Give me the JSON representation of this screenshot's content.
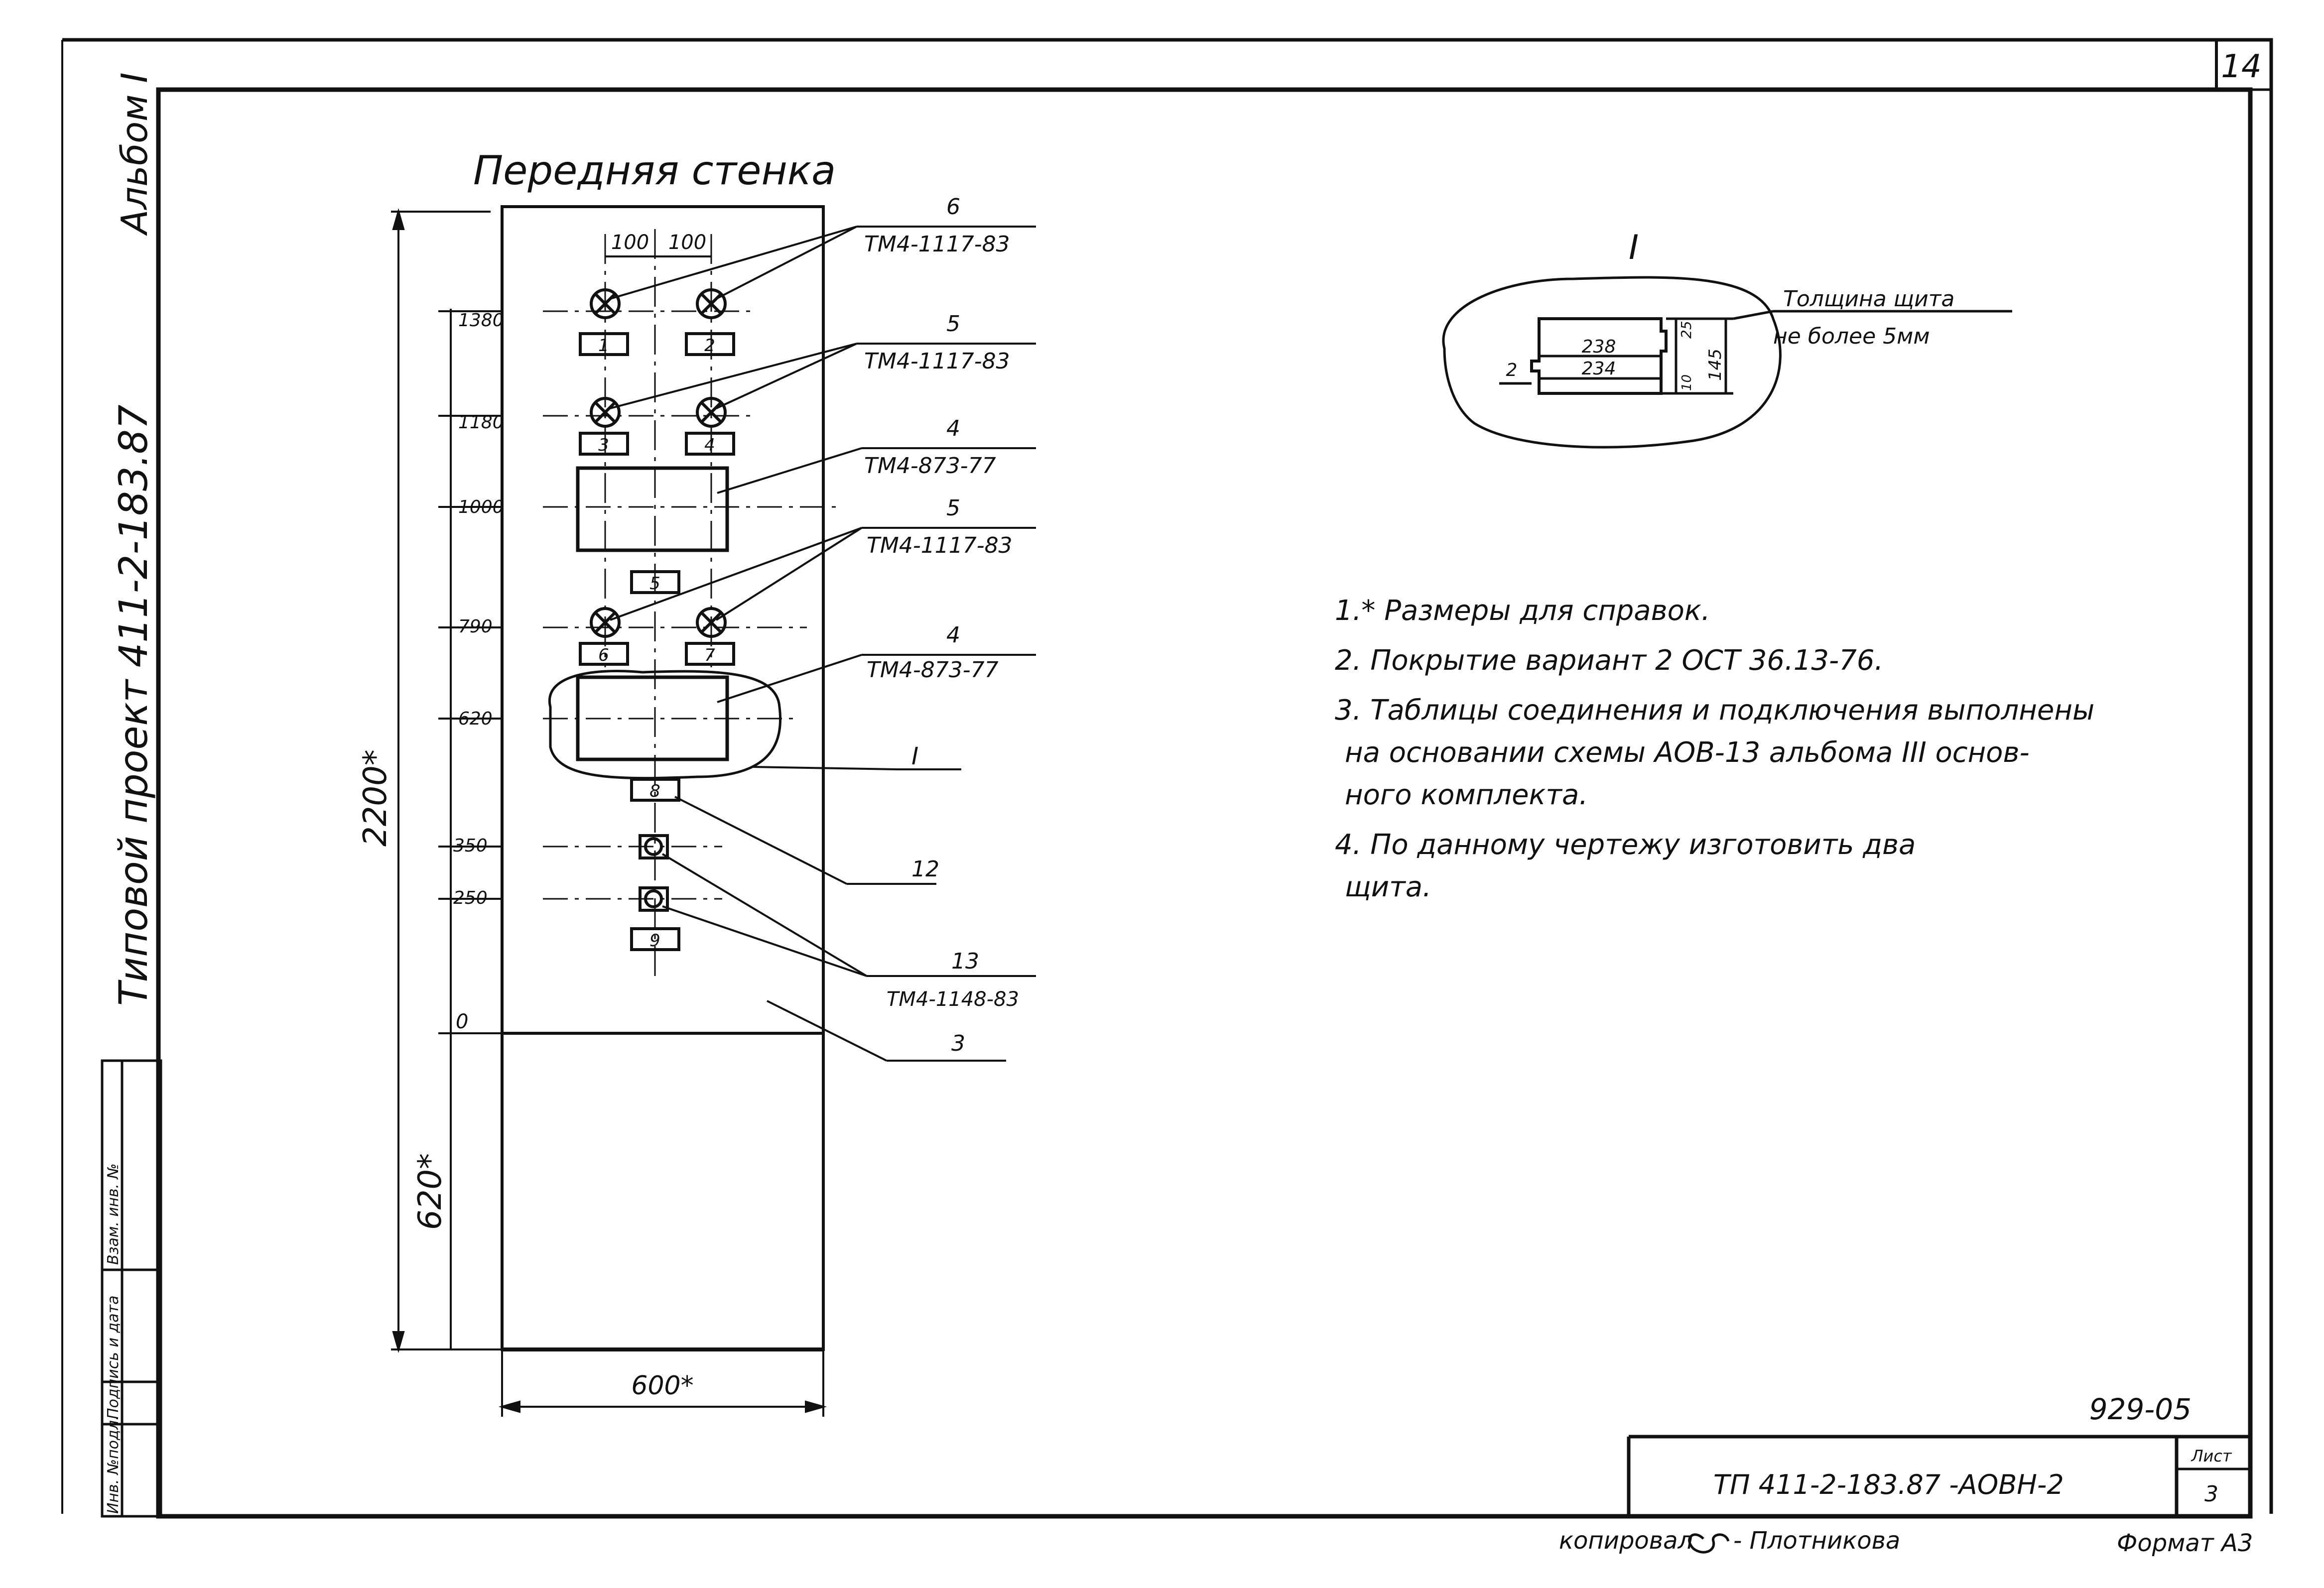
{
  "sheet_number": "14",
  "side_margin": {
    "album": "Альбом I",
    "project": "Типовой проект 411-2-183.87",
    "stamp_cells": [
      "Инв. №подл.",
      "Подпись и дата",
      "Взам. инв. №"
    ]
  },
  "front_wall": {
    "title": "Передняя стенка",
    "dim_100_left": "100",
    "dim_100_right": "100",
    "height_total": "2200*",
    "height_lower": "620*",
    "width": "600*",
    "levels": [
      "1380",
      "1180",
      "1000",
      "790",
      "620",
      "350",
      "250",
      "0"
    ],
    "boxes": [
      "1",
      "2",
      "3",
      "4",
      "5",
      "6",
      "7",
      "8",
      "9"
    ],
    "callouts": [
      {
        "num": "6",
        "ref": "ТМ4-1117-83"
      },
      {
        "num": "5",
        "ref": "ТМ4-1117-83"
      },
      {
        "num": "4",
        "ref": "ТМ4-873-77"
      },
      {
        "num": "5",
        "ref": "ТМ4-1117-83"
      },
      {
        "num": "4",
        "ref": "ТМ4-873-77"
      },
      {
        "num": "I",
        "ref": ""
      },
      {
        "num": "12",
        "ref": ""
      },
      {
        "num": "13",
        "ref": "ТМ4-1148-83"
      },
      {
        "num": "3",
        "ref": ""
      }
    ]
  },
  "detail": {
    "label": "I",
    "dim_238": "238",
    "dim_234": "234",
    "dim_2": "2",
    "dim_25": "25",
    "dim_145": "145",
    "dim_10": "10",
    "note_line1": "Толщина щита",
    "note_line2": "не более 5мм"
  },
  "notes": [
    "1.* Размеры для справок.",
    "2. Покрытие вариант 2 ОСТ 36.13-76.",
    "3. Таблицы соединения и подключения выполнены",
    "на основании схемы АОВ-13 альбома III основ-",
    "ного комплекта.",
    "4. По данному чертежу изготовить два",
    "щита."
  ],
  "title_block": {
    "archive_number": "929-05",
    "designation": "ТП 411-2-183.87 -АОВН-2",
    "sheet_label": "Лист",
    "sheet_value": "3"
  },
  "footer": {
    "copied": "копировал",
    "copier": "- Плотникова",
    "format": "Формат А3"
  }
}
